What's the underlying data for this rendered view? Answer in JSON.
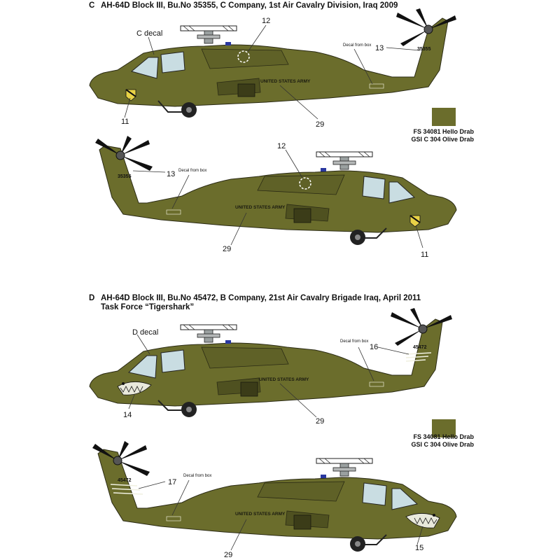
{
  "colors": {
    "olive": "#6b6d2c",
    "olive_dark": "#4f5120",
    "glass": "#c9dde2",
    "rotor": "#111111"
  },
  "scheme_c": {
    "letter": "C",
    "title": "AH-64D Block III, Bu.No 35355, C Company, 1st Air Cavalry Division, Iraq 2009",
    "serial": "35355",
    "hull_text": "UNITED STATES ARMY",
    "callouts": {
      "c_decal": "C decal",
      "n12": "12",
      "n13": "13",
      "n11": "11",
      "n29": "29",
      "decal_from_box": "Decal from box"
    },
    "swatch": {
      "line1": "FS 34081 Hello Drab",
      "line2": "GSI  C 304 Olive Drab"
    }
  },
  "scheme_d": {
    "letter": "D",
    "title": "AH-64D Block III, Bu.No 45472, B Company, 21st Air Cavalry Brigade Iraq, April 2011",
    "subtitle": "Task Force “Tigershark”",
    "serial": "45472",
    "hull_text": "UNITED STATES ARMY",
    "callouts": {
      "d_decal": "D decal",
      "n16": "16",
      "n14": "14",
      "n29": "29",
      "n17": "17",
      "n15": "15",
      "decal_from_box": "Decal from box"
    },
    "swatch": {
      "line1": "FS 34081 Hello Drab",
      "line2": "GSI  C 304 Olive Drab"
    }
  }
}
